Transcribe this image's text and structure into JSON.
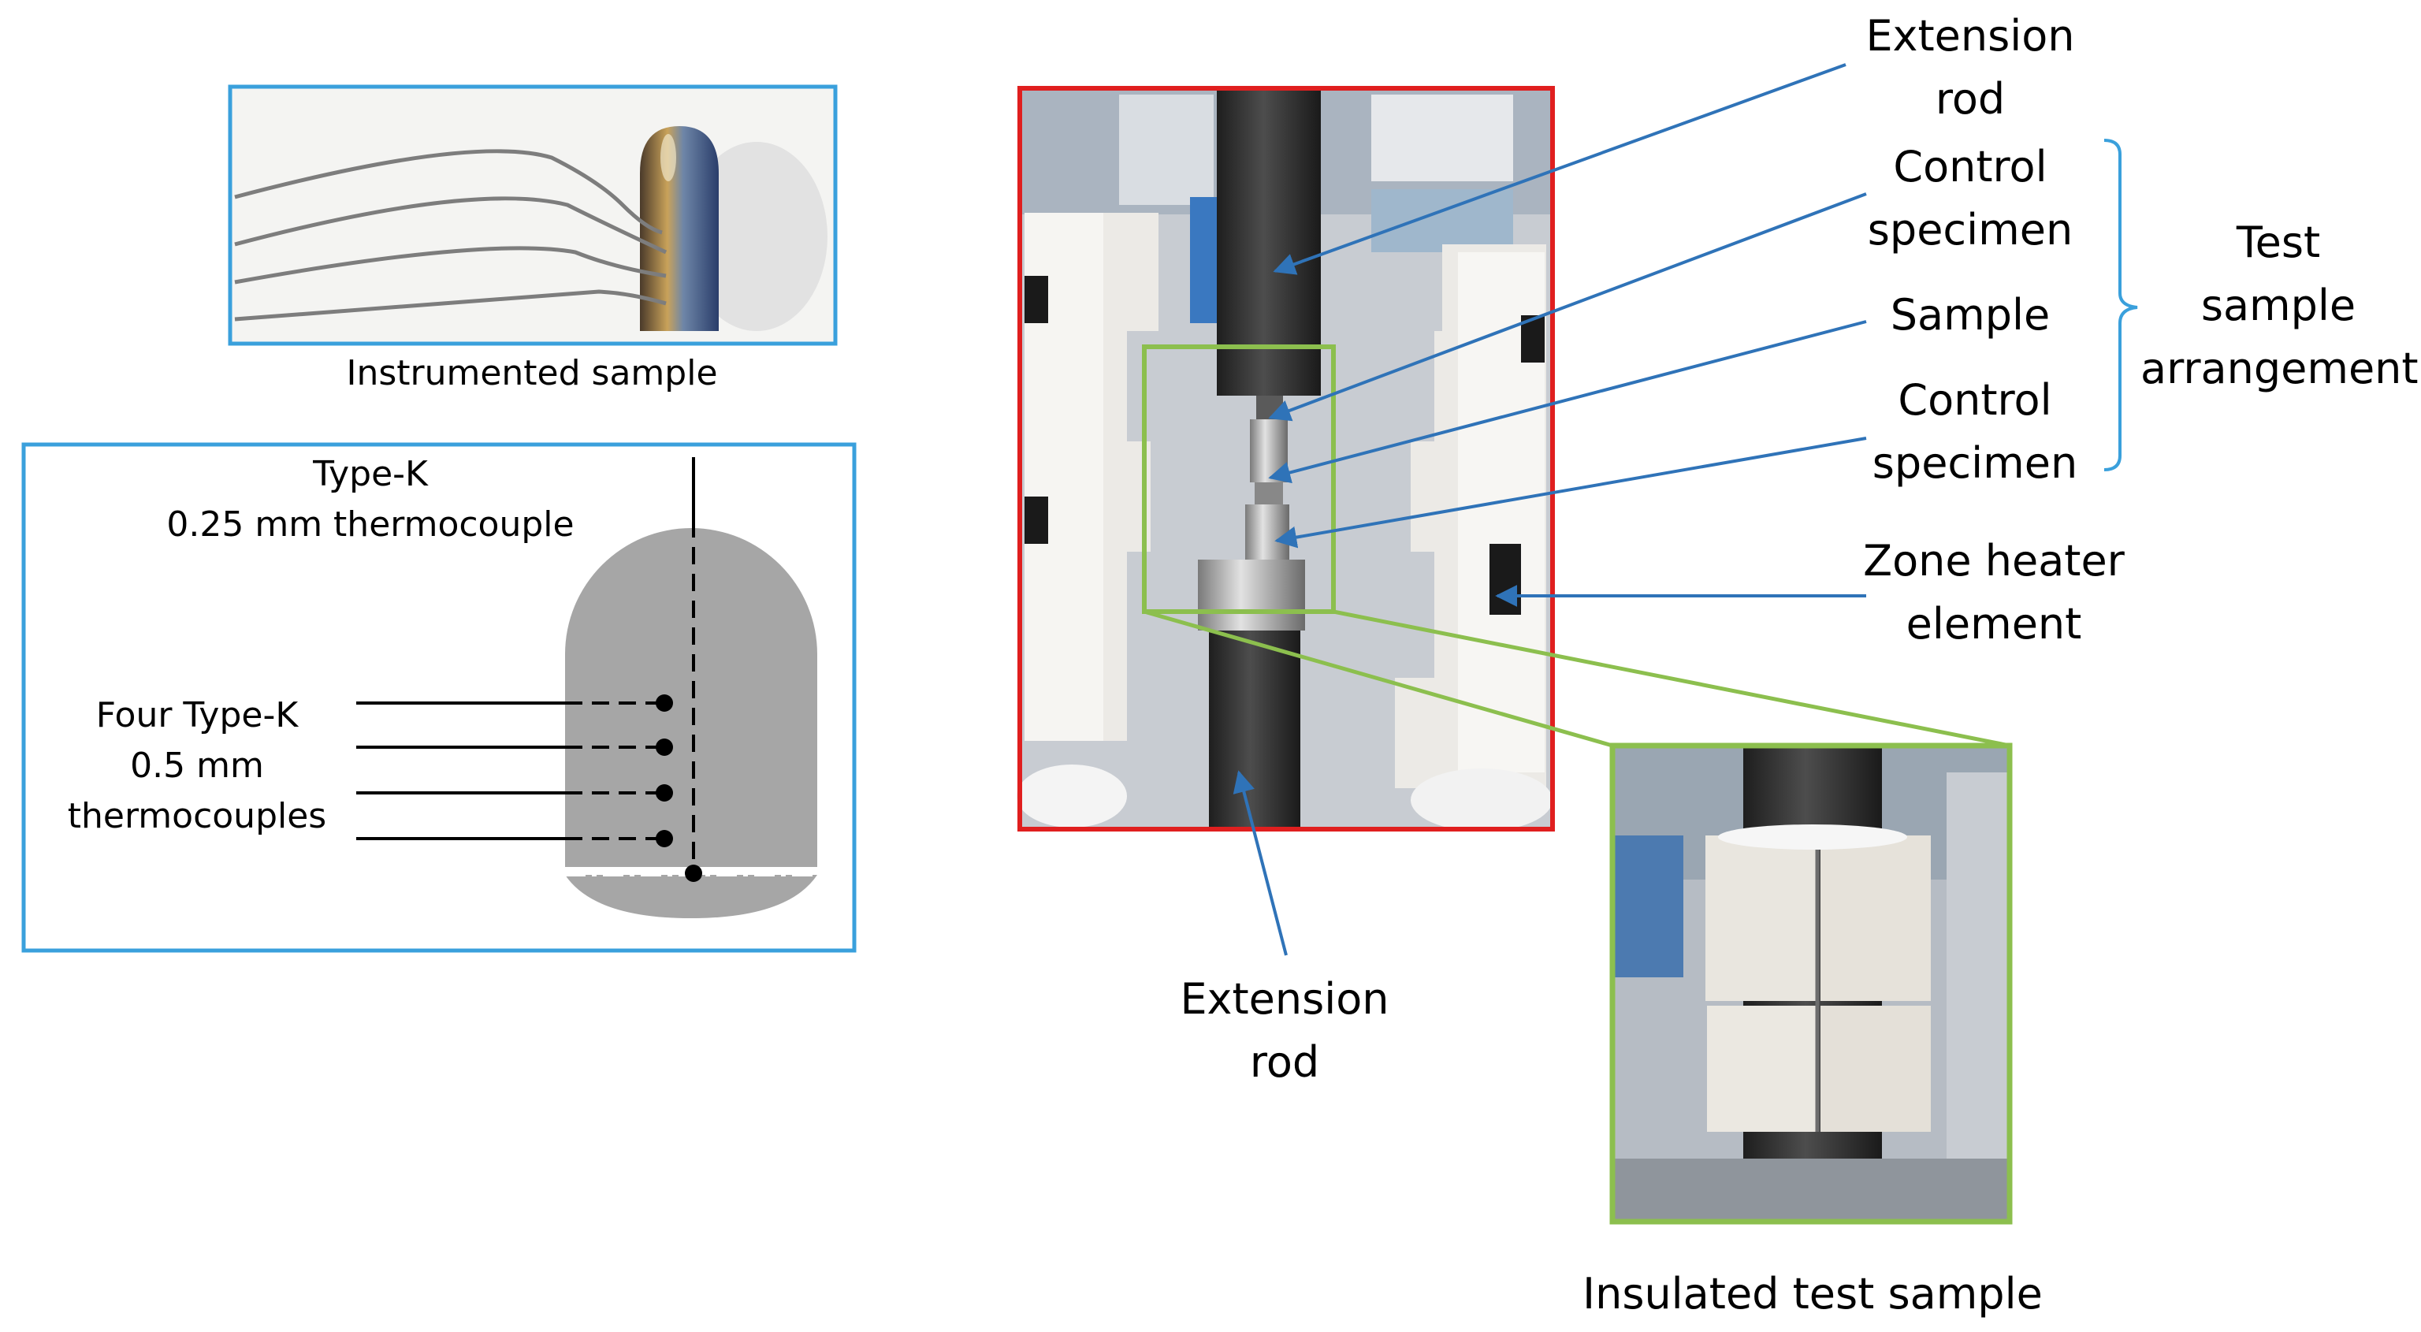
{
  "left_panel": {
    "photo_caption": "Instrumented sample",
    "diagram": {
      "top_label_line1": "Type-K",
      "top_label_line2": "0.25 mm thermocouple",
      "side_label_line1": "Four Type-K",
      "side_label_line2": "0.5 mm",
      "side_label_line3": "thermocouples"
    }
  },
  "callouts": {
    "extension_rod_top": [
      "Extension",
      "rod"
    ],
    "control_specimen_top": [
      "Control",
      "specimen"
    ],
    "sample": "Sample",
    "control_specimen_bottom": [
      "Control",
      "specimen"
    ],
    "zone_heater": [
      "Zone heater",
      "element"
    ],
    "extension_rod_bottom": [
      "Extension",
      "rod"
    ],
    "group_label": [
      "Test",
      "sample",
      "arrangement"
    ]
  },
  "inset_caption": "Insulated test sample",
  "colors": {
    "blue_frame": "#3aa0dc",
    "red_frame": "#e01f1f",
    "green_frame": "#8cbf4e",
    "arrow_blue": "#3a82c8"
  }
}
